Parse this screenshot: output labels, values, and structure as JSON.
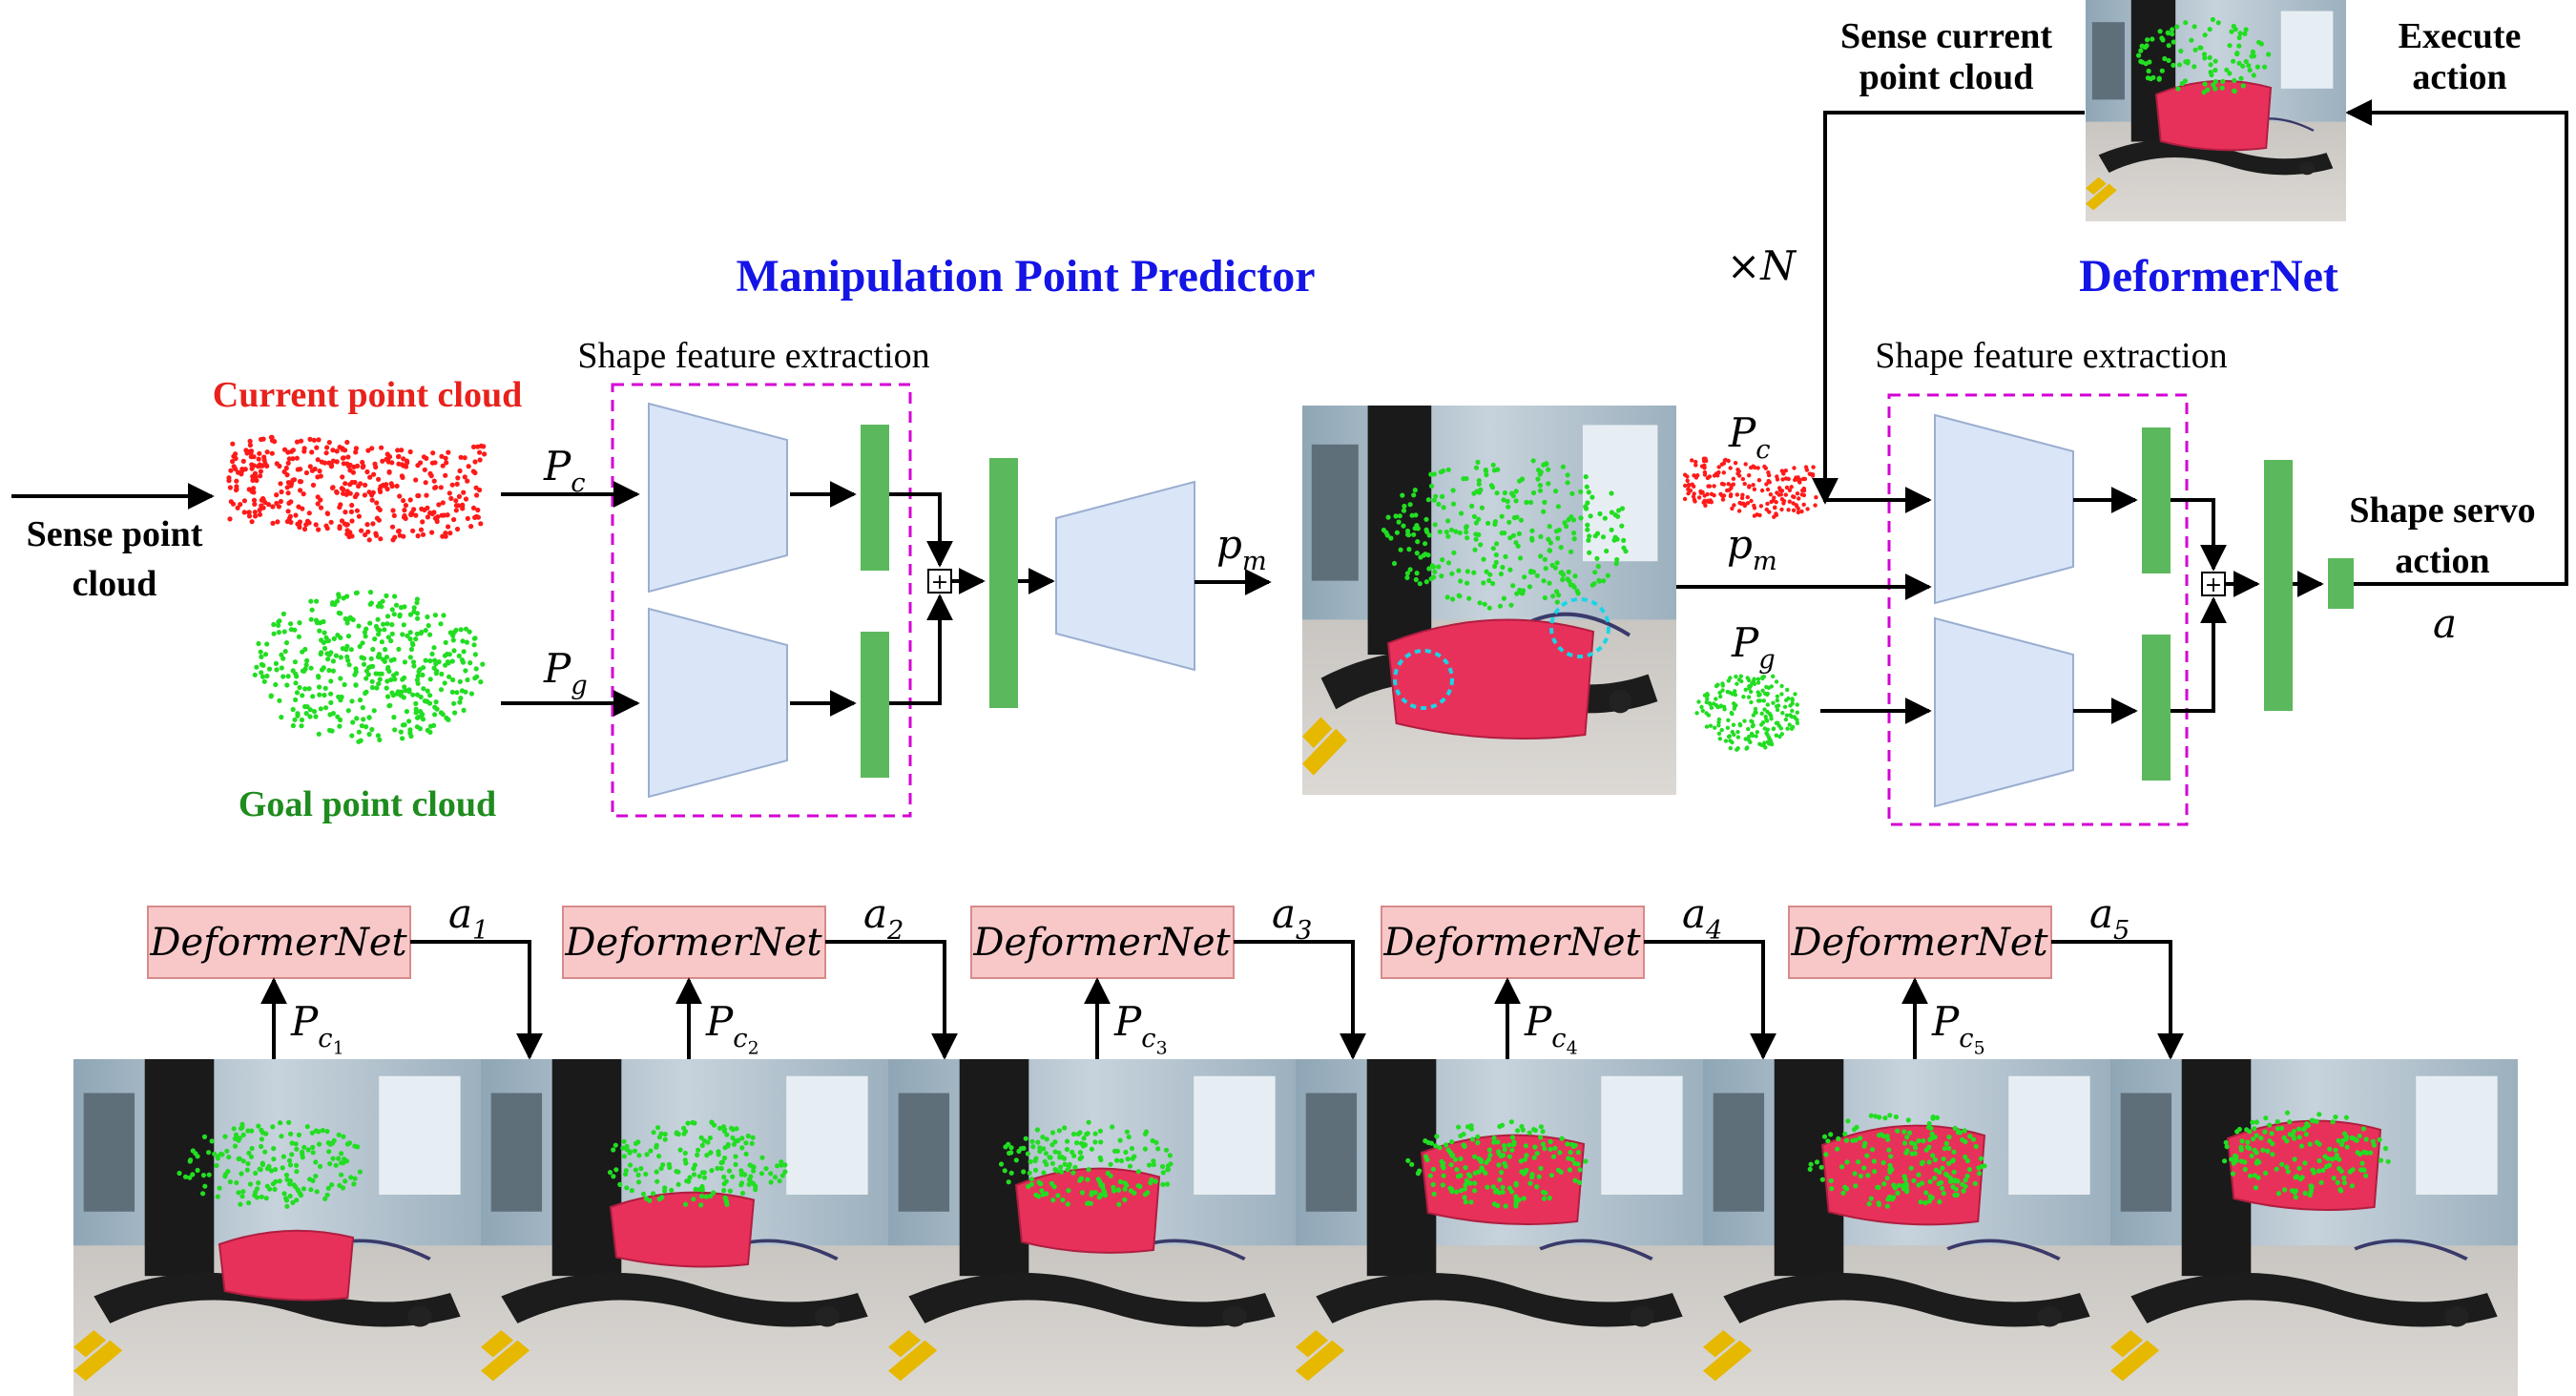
{
  "input": {
    "sense_label_1": "Sense point",
    "sense_label_2": "cloud"
  },
  "point_clouds": {
    "current_label": "Current point cloud",
    "goal_label": "Goal point cloud",
    "current_color": "#e8211b",
    "goal_color": "#1e8c1e",
    "point_current_color": "#ff1a1a",
    "point_goal_color": "#22dd22"
  },
  "symbols": {
    "pc_main": "P",
    "pc_sub": "c",
    "pg_main": "P",
    "pg_sub": "g",
    "pm_main": "p",
    "pm_sub": "m",
    "a": "a",
    "times_n": "×N"
  },
  "mpp": {
    "title": "Manipulation Point Predictor",
    "feature_label": "Shape feature extraction"
  },
  "deformernet": {
    "title": "DeformerNet",
    "feature_label": "Shape feature extraction",
    "sense_current_1": "Sense current",
    "sense_current_2": "point cloud",
    "execute_1": "Execute",
    "execute_2": "action",
    "servo_1": "Shape servo",
    "servo_2": "action"
  },
  "colors": {
    "title_blue": "#1414e6",
    "dashed_box": "#d400d4",
    "encoder_fill": "#dae6f8",
    "encoder_stroke": "#9aaed0",
    "feature_green": "#5cb85c",
    "net_box_fill": "#f8c8c8",
    "net_box_stroke": "#d88a8a",
    "cushion_red": "#e8315a",
    "arrow": "#000000"
  },
  "steps": [
    {
      "net_label": "DeformerNet",
      "pc_sub_index": "1",
      "a_index": "1"
    },
    {
      "net_label": "DeformerNet",
      "pc_sub_index": "2",
      "a_index": "2"
    },
    {
      "net_label": "DeformerNet",
      "pc_sub_index": "3",
      "a_index": "3"
    },
    {
      "net_label": "DeformerNet",
      "pc_sub_index": "4",
      "a_index": "4"
    },
    {
      "net_label": "DeformerNet",
      "pc_sub_index": "5",
      "a_index": "5"
    }
  ],
  "icons": {
    "sum": "plus-in-square-icon"
  },
  "sum_symbol": "+"
}
